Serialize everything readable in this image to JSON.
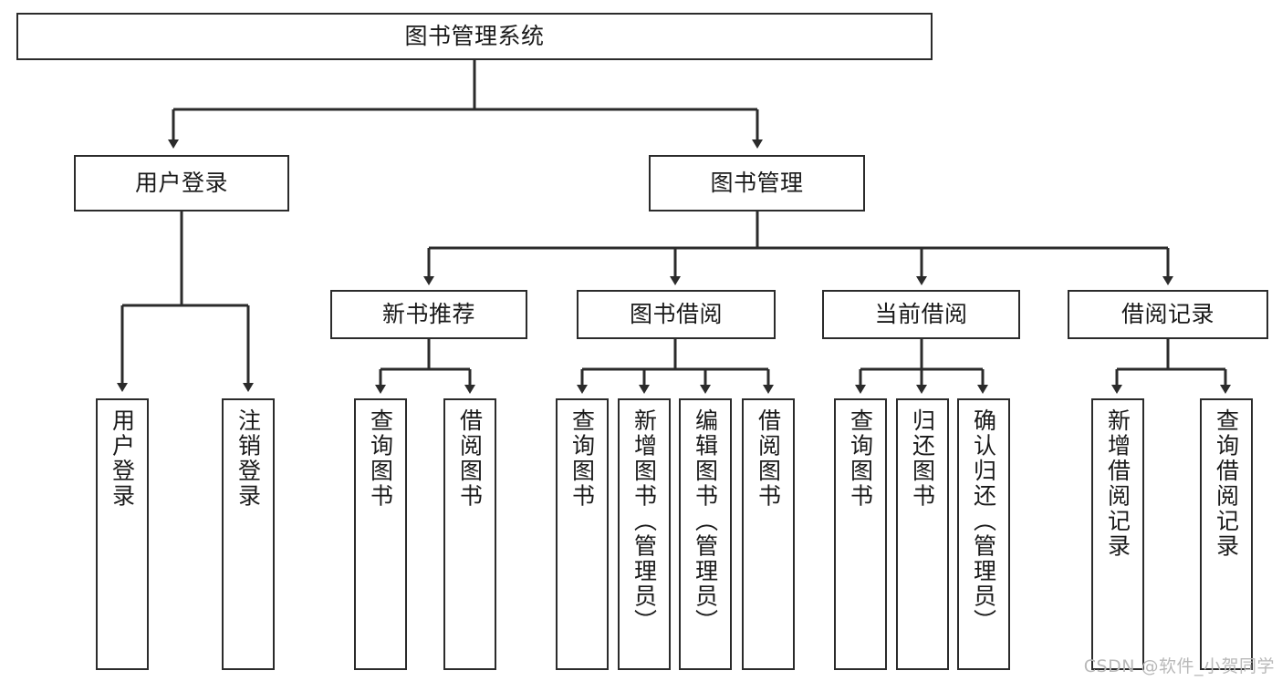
{
  "diagram": {
    "title": "图书管理系统",
    "watermark": "CSDN @软件_小贺同学",
    "colors": {
      "box_border": "#2b2b2b",
      "box_fill": "#ffffff",
      "connector": "#2b2b2b",
      "text": "#1a1a1a",
      "watermark": "#b9b9b9",
      "background": "#ffffff"
    },
    "root": {
      "label": "图书管理系统"
    },
    "level2": [
      {
        "label": "用户登录"
      },
      {
        "label": "图书管理"
      }
    ],
    "level3": [
      {
        "label": "新书推荐"
      },
      {
        "label": "图书借阅"
      },
      {
        "label": "当前借阅"
      },
      {
        "label": "借阅记录"
      }
    ],
    "leaves": {
      "user_login": [
        {
          "label": "用户登录"
        },
        {
          "label": "注销登录"
        }
      ],
      "new_book_recommend": [
        {
          "label": "查询图书"
        },
        {
          "label": "借阅图书"
        }
      ],
      "book_borrow": [
        {
          "label": "查询图书"
        },
        {
          "label": "新增图书（管理员）"
        },
        {
          "label": "编辑图书（管理员）"
        },
        {
          "label": "借阅图书"
        }
      ],
      "current_borrow": [
        {
          "label": "查询图书"
        },
        {
          "label": "归还图书"
        },
        {
          "label": "确认归还（管理员）"
        }
      ],
      "borrow_record": [
        {
          "label": "新增借阅记录"
        },
        {
          "label": "查询借阅记录"
        }
      ]
    }
  }
}
